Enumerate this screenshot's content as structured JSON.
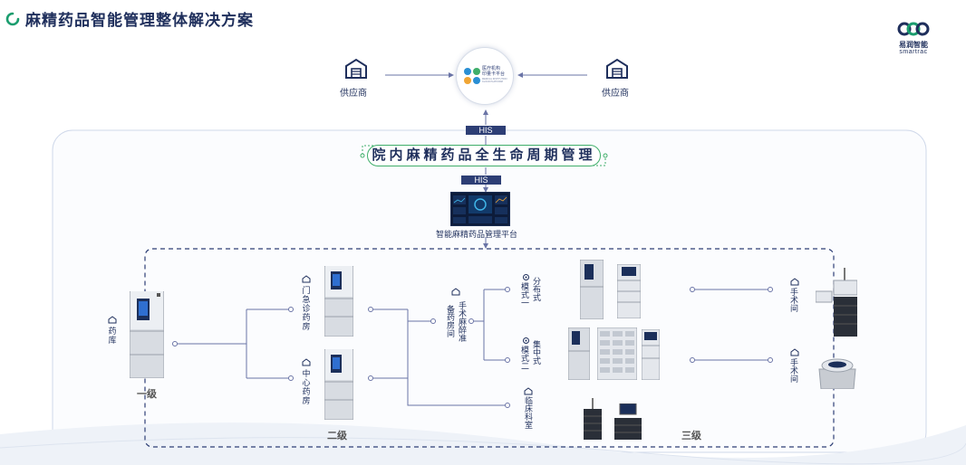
{
  "title": "麻精药品智能管理整体解决方案",
  "brand": {
    "cn": "易润智能",
    "en": "smartrac"
  },
  "supplier_left": "供应商",
  "supplier_right": "供应商",
  "platform_logo_lines": [
    "医疗机构",
    "印量卡平台",
    "MEDICAL INSTITUTION",
    "CLOUD PLATFORM"
  ],
  "his_top": "HIS",
  "his_mid": "HIS",
  "lifecycle": "院内麻精药品全生命周期管理",
  "mgmt_platform": "智能麻精药品管理平台",
  "nodes": {
    "pharmacy": "药库",
    "outpatient": "门急诊药房",
    "central": "中心药房",
    "anesthesia": "手术麻醉准备药房间",
    "mode1_a": "模式一",
    "mode1_b": "分布式",
    "mode2_a": "模式二",
    "mode2_b": "集中式",
    "clinical": "临床科室",
    "or1": "手术间",
    "or2": "手术间"
  },
  "levels": {
    "l1": "一级",
    "l2": "二级",
    "l3": "三级"
  },
  "colors": {
    "navy": "#1f2f5c",
    "his": "#2d3e75",
    "green": "#3fae6a",
    "line": "#6a74a6"
  }
}
